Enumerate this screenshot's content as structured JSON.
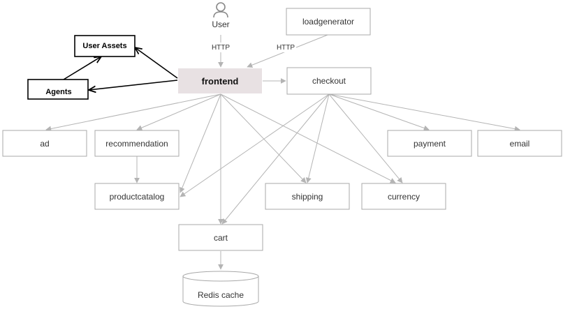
{
  "nodes": {
    "user": "User",
    "loadgenerator": "loadgenerator",
    "frontend": "frontend",
    "checkout": "checkout",
    "user_assets": "User Assets",
    "agents": "Agents",
    "ad": "ad",
    "recommendation": "recommendation",
    "payment": "payment",
    "email": "email",
    "productcatalog": "productcatalog",
    "shipping": "shipping",
    "currency": "currency",
    "cart": "cart",
    "redis": "Redis cache"
  },
  "edge_labels": {
    "user_http": "HTTP",
    "loadgen_http": "HTTP"
  },
  "colors": {
    "frontend_fill": "#e8e1e3",
    "edge": "#b4b4b4",
    "box_stroke": "#a8a8a8",
    "dark_stroke": "#000000"
  },
  "icons": {
    "user": "person-icon"
  }
}
